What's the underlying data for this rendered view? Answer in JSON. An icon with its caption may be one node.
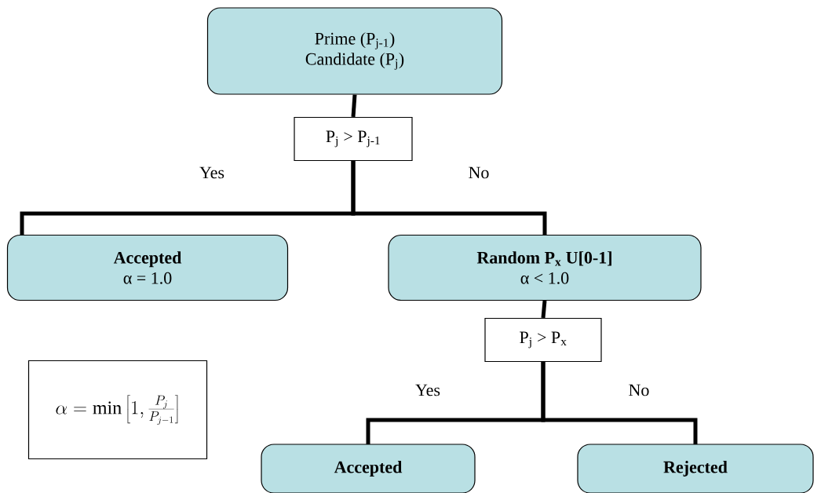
{
  "diagram": {
    "nodes": [
      {
        "text": [
          "Prime (P$_{j-1}$)",
          "Candidate (P$_{j}$)"
        ]
      },
      {
        "text": [
          "P$_{j}$ > P$_{j-1}$"
        ]
      },
      {
        "text": [
          "Accepted",
          "α = 1.0"
        ]
      },
      {
        "text": [
          "Random P$_{x}$ U[0-1]",
          "α < 1.0"
        ]
      },
      {
        "text": [
          "P$_{j}$ > P$_{x}$"
        ]
      },
      {
        "text": [
          "Accepted"
        ]
      },
      {
        "text": [
          "Rejected"
        ]
      },
      {
        "text": [
          "\\alpha = \\min\\left[1, \\frac{P_j}{P_{j-1}}\\right]"
        ]
      }
    ],
    "edges": [
      {
        "from": 0,
        "to": 1,
        "arrow": "none"
      },
      {
        "from": 1,
        "to": 2,
        "arrow": "none",
        "label": "Yes"
      },
      {
        "from": 1,
        "to": 3,
        "arrow": "none",
        "label": "No"
      },
      {
        "from": 3,
        "to": 4,
        "arrow": "none"
      },
      {
        "from": 4,
        "to": 5,
        "arrow": "none",
        "label": "Yes"
      },
      {
        "from": 4,
        "to": 6,
        "arrow": "none",
        "label": "No"
      }
    ]
  }
}
